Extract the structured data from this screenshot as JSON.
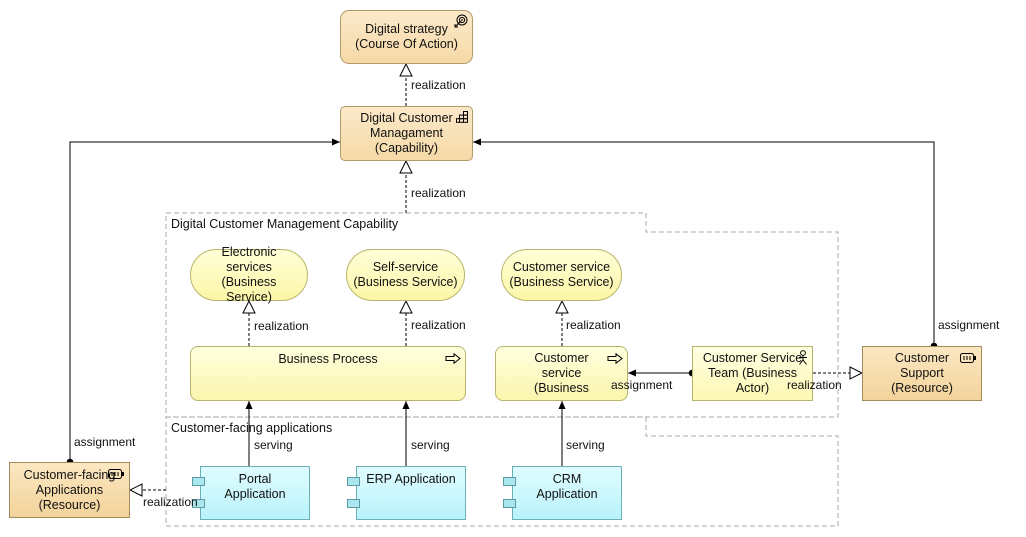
{
  "nodes": {
    "digital_strategy": "Digital strategy\n(Course Of Action)",
    "digital_customer_management": "Digital Customer\nManagament\n(Capability)",
    "electronic_services": "Electronic services\n(Business Service)",
    "self_service": "Self-service\n(Business Service)",
    "customer_service_service": "Customer service\n(Business Service)",
    "business_process": "Business Process",
    "customer_service_process": "Customer\nservice\n(Business",
    "customer_service_team": "Customer Service\nTeam (Business\nActor)",
    "customer_support": "Customer\nSupport\n(Resource)",
    "customer_facing_applications": "Customer-facing\nApplications\n(Resource)",
    "portal_application": "Portal\nApplication",
    "erp_application": "ERP Application",
    "crm_application": "CRM\nApplication"
  },
  "groups": {
    "capability_group": "Digital Customer Management Capability",
    "applications_group": "Customer-facing applications"
  },
  "relations": {
    "realization": "realization",
    "assignment": "assignment",
    "serving": "serving"
  },
  "icons": {
    "course_of_action": "target-arrow-icon",
    "capability": "staircase-grid-icon",
    "process": "arrow-right-icon",
    "actor": "stick-figure-icon",
    "resource": "battery-icon",
    "component": "component-icon"
  },
  "colors": {
    "strategy_fill": "#f6d9a7",
    "business_fill": "#fdf6a8",
    "application_fill": "#b9f3fb",
    "line": "#000000",
    "group_border": "#aaaaaa"
  }
}
